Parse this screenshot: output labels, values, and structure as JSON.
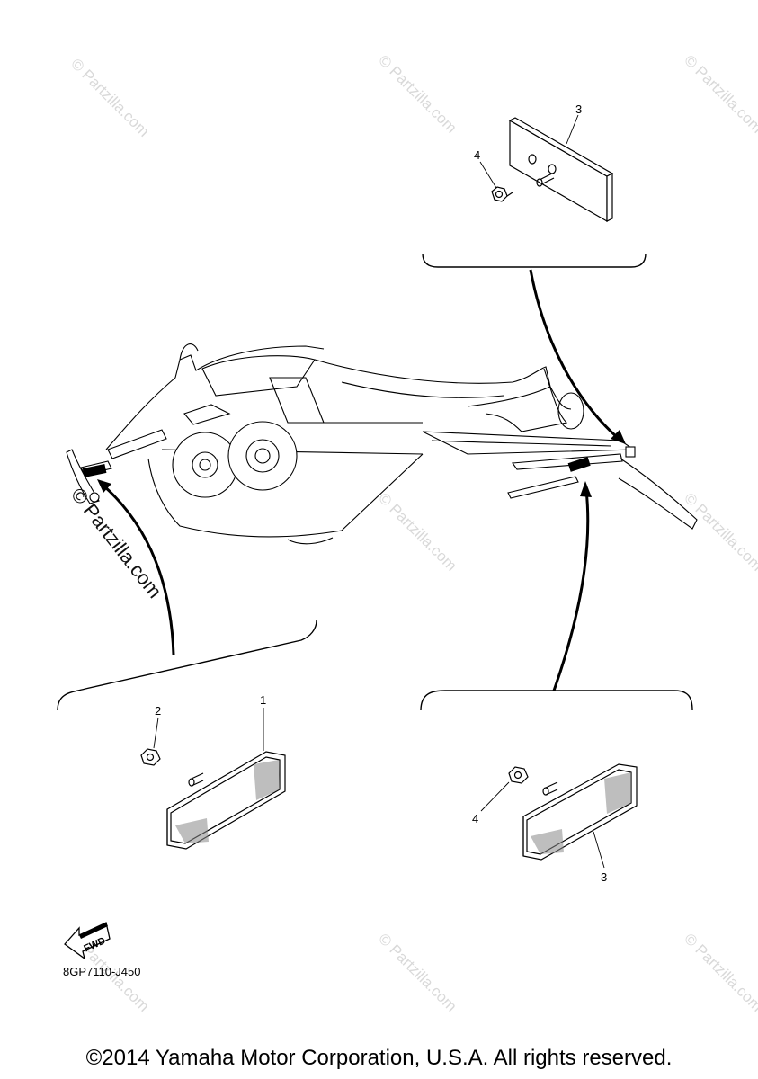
{
  "diagram": {
    "callouts": {
      "top_reflector": "3",
      "top_nut": "4",
      "front_reflector": "1",
      "front_nut": "2",
      "rear_nut": "4",
      "rear_reflector": "3"
    },
    "fwd_label": "FWD",
    "drawing_code": "8GP7110-J450"
  },
  "watermark": {
    "text": "© Partzilla.com",
    "prominent_text": "© Partzilla.com"
  },
  "footer": {
    "copyright": "©2014 Yamaha Motor Corporation, U.S.A. All rights reserved."
  },
  "colors": {
    "line": "#000000",
    "watermark": "#d9d9d9",
    "background": "#ffffff"
  }
}
